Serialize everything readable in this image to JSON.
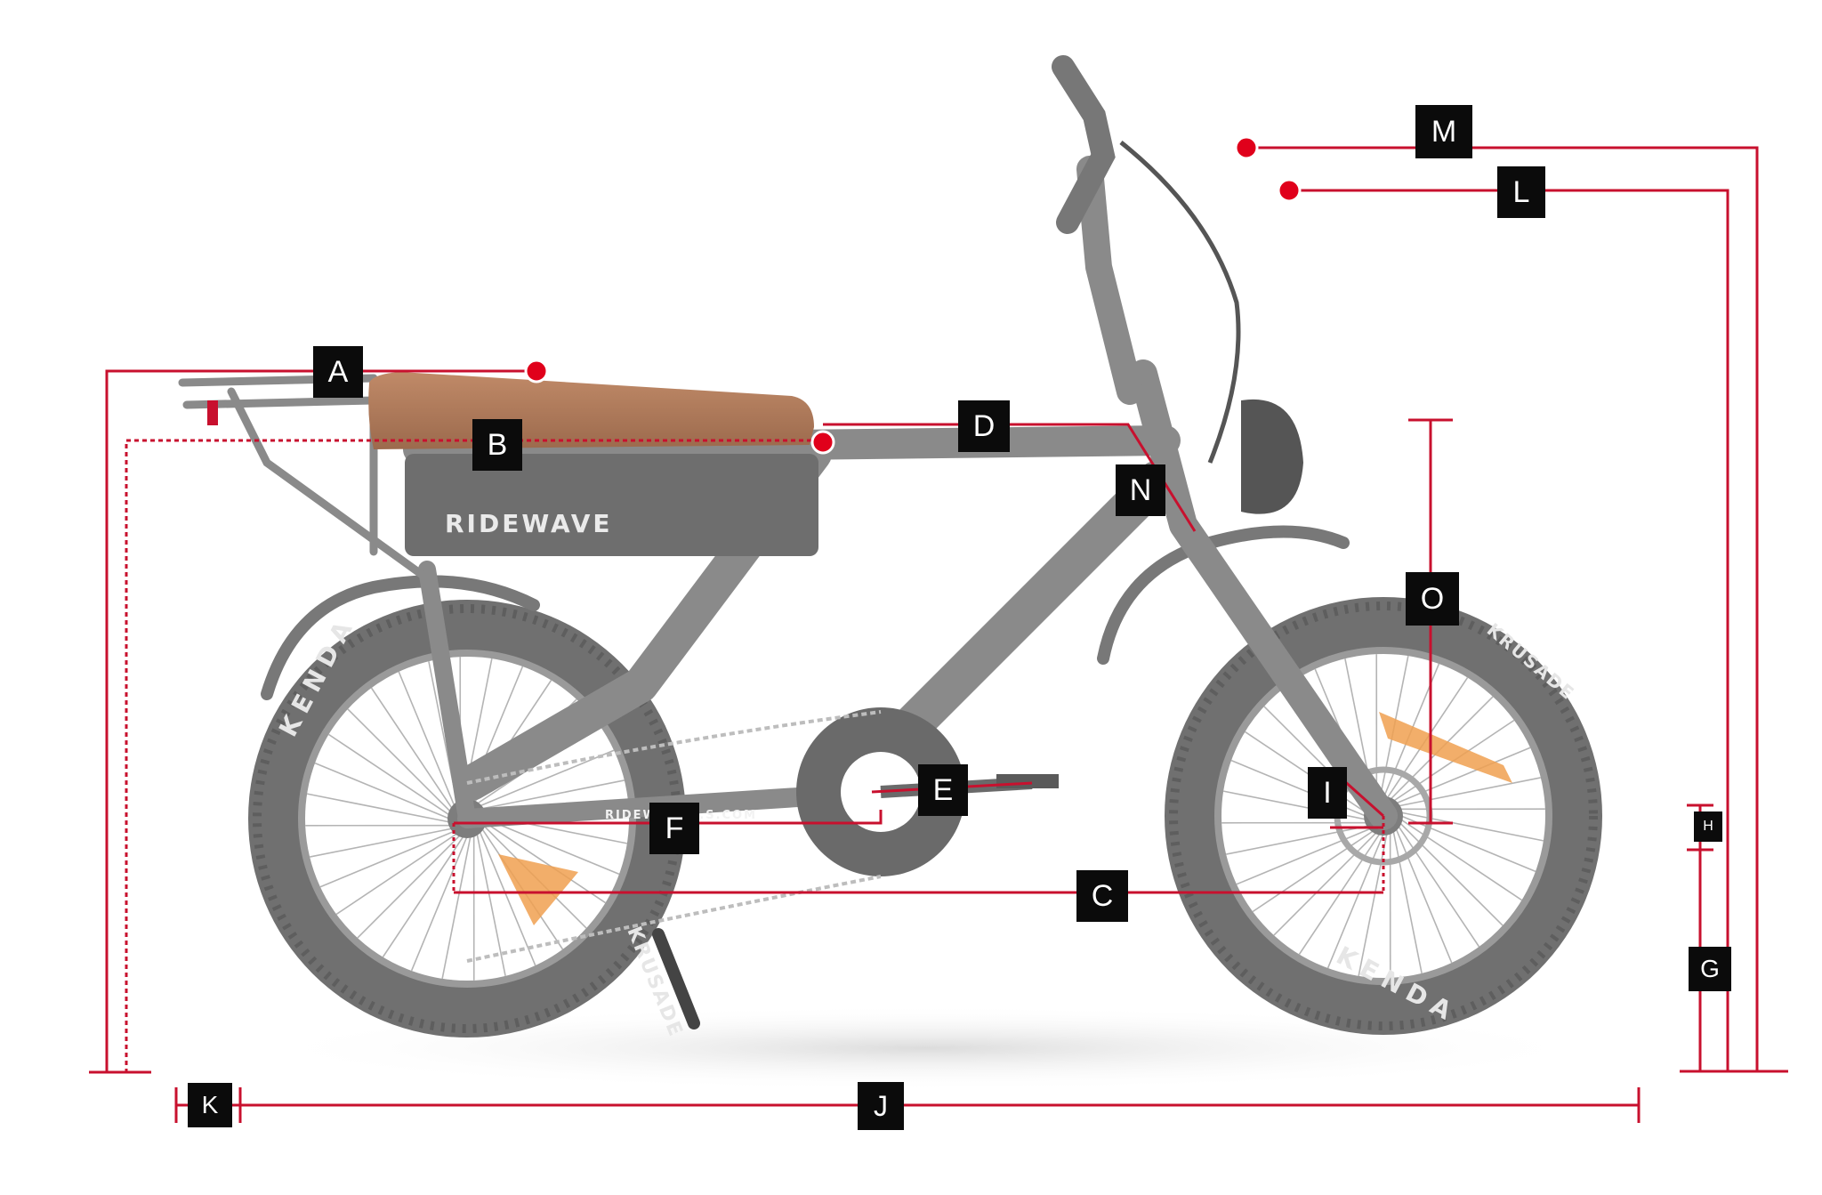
{
  "brand": "RIDEWAVE",
  "tire_brand": "KENDA",
  "tire_model": "KRUSADE",
  "frame_url": "RIDEWAVE...S.COM",
  "colors": {
    "dimension_line": "#c8102e",
    "label_bg": "#0b0b0b",
    "label_text": "#ffffff",
    "frame": "#8a8a8a",
    "seat": "#b07a5a",
    "tire": "#6f6f6f",
    "accent_orange": "#f0a050"
  },
  "dimensions": [
    {
      "id": "A",
      "label": "A"
    },
    {
      "id": "B",
      "label": "B"
    },
    {
      "id": "C",
      "label": "C"
    },
    {
      "id": "D",
      "label": "D"
    },
    {
      "id": "E",
      "label": "E"
    },
    {
      "id": "F",
      "label": "F"
    },
    {
      "id": "G",
      "label": "G"
    },
    {
      "id": "H",
      "label": "H"
    },
    {
      "id": "I",
      "label": "I"
    },
    {
      "id": "J",
      "label": "J"
    },
    {
      "id": "K",
      "label": "K"
    },
    {
      "id": "L",
      "label": "L"
    },
    {
      "id": "M",
      "label": "M"
    },
    {
      "id": "N",
      "label": "N"
    },
    {
      "id": "O",
      "label": "O"
    }
  ]
}
